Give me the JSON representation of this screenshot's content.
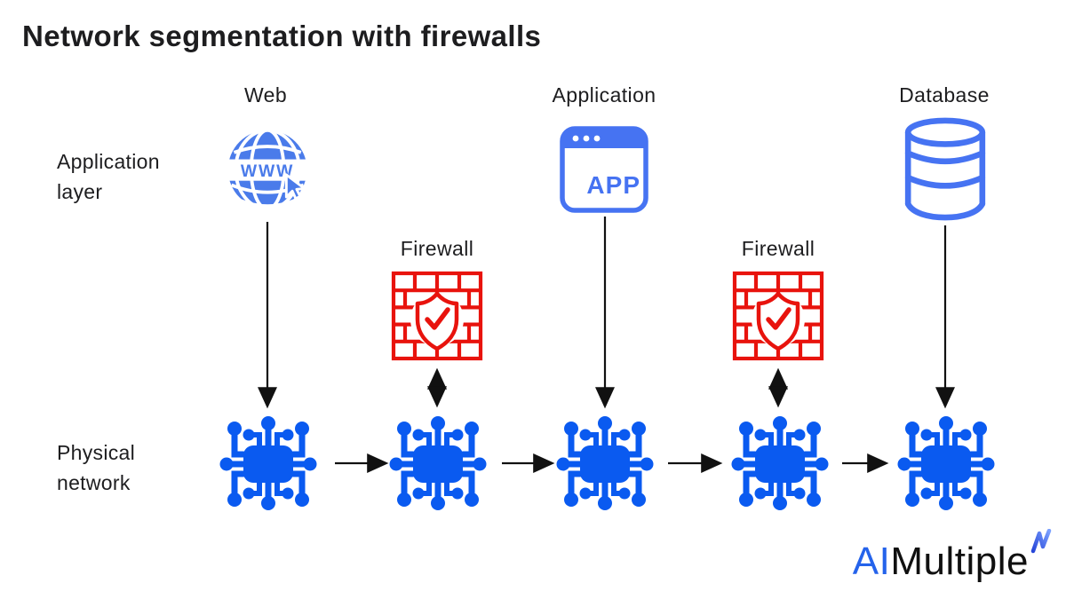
{
  "title": "Network segmentation with firewalls",
  "columns": {
    "web": {
      "label": "Web",
      "icon": "globe-www-icon",
      "icon_text": "WWW"
    },
    "application": {
      "label": "Application",
      "icon": "app-window-icon",
      "icon_text": "APP"
    },
    "database": {
      "label": "Database",
      "icon": "database-icon"
    }
  },
  "rows": {
    "application_layer": {
      "line1": "Application",
      "line2": "layer"
    },
    "physical_network": {
      "line1": "Physical",
      "line2": "network"
    }
  },
  "firewalls": {
    "left": {
      "label": "Firewall",
      "icon": "firewall-brick-shield-icon"
    },
    "right": {
      "label": "Firewall",
      "icon": "firewall-brick-shield-icon"
    }
  },
  "physical_nodes": {
    "count": 5,
    "icon": "network-chip-icon"
  },
  "logo": {
    "prefix": "AI",
    "suffix": "Multiple",
    "mark": "logo-bolt-icon"
  },
  "colors": {
    "icon_blue": "#4a7bea",
    "app_db_blue": "#4673f2",
    "chip_blue": "#0a5af0",
    "firewall_red": "#e8130d",
    "text_dark": "#1d1d1f",
    "logo_blue": "#2563eb",
    "arrow_black": "#111111"
  }
}
